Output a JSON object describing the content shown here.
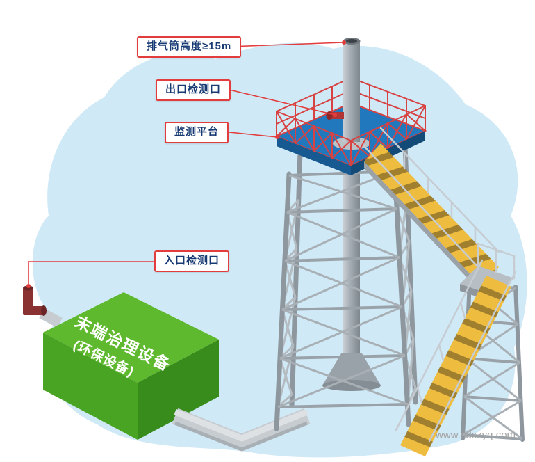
{
  "diagram": {
    "callouts": [
      {
        "text": "排气筒高度≥15m",
        "target": "stack-top"
      },
      {
        "text": "出口检测口",
        "target": "outlet-port"
      },
      {
        "text": "监测平台",
        "target": "monitoring-platform"
      },
      {
        "text": "入口检测口",
        "target": "inlet-port"
      }
    ],
    "equipment": {
      "line1": "末端治理设备",
      "line2": "(环保设备)"
    },
    "watermark": "www.sdxzyq.com",
    "colors": {
      "accent_red": "#e23c3c",
      "platform_blue": "#2278bd",
      "equipment_green_top": "#5fb92e",
      "equipment_green_front": "#4aa424",
      "equipment_green_side": "#388c1c",
      "stairs_yellow": "#eebc3f",
      "steel_gray": "#97a0a7",
      "background_blob": "#cfe9f6",
      "label_text": "#173a73"
    }
  }
}
